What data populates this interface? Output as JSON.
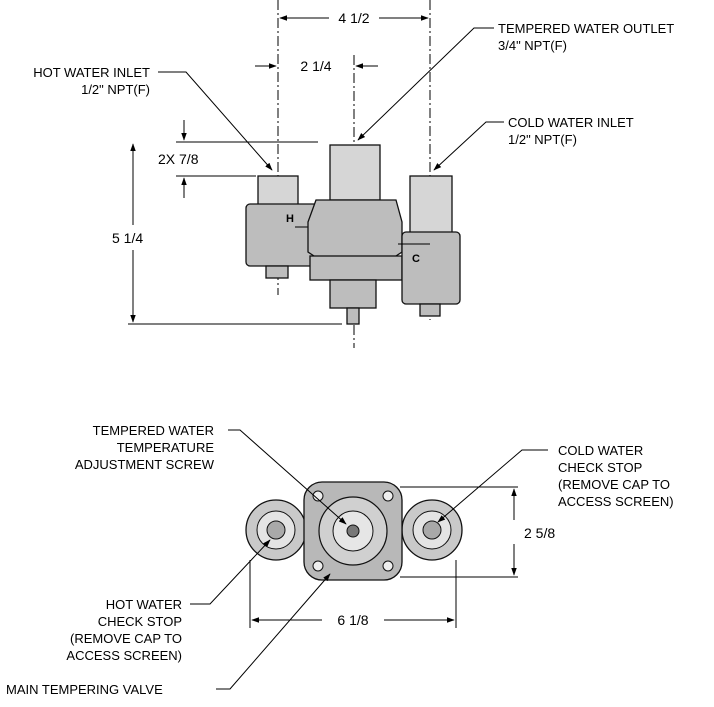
{
  "labels": {
    "tempered_outlet": [
      "TEMPERED WATER OUTLET",
      "3/4\" NPT(F)"
    ],
    "hot_inlet": [
      "HOT WATER INLET",
      "1/2\" NPT(F)"
    ],
    "cold_inlet": [
      "COLD WATER INLET",
      "1/2\" NPT(F)"
    ],
    "adjust_screw": [
      "TEMPERED WATER",
      "TEMPERATURE",
      "ADJUSTMENT SCREW"
    ],
    "cold_check": [
      "COLD WATER",
      "CHECK STOP",
      "(REMOVE CAP TO",
      "ACCESS SCREEN)"
    ],
    "hot_check": [
      "HOT WATER",
      "CHECK STOP",
      "(REMOVE CAP TO",
      "ACCESS SCREEN)"
    ],
    "main_valve": "MAIN TEMPERING VALVE"
  },
  "dimensions": {
    "overall_width_top": "4 1/2",
    "center_offset": "2 1/4",
    "inlet_depth": "2X 7/8",
    "height": "5 1/4",
    "depth_bottom": "2 5/8",
    "width_bottom": "6 1/8"
  },
  "port_marks": {
    "hot": "H",
    "cold": "C"
  }
}
